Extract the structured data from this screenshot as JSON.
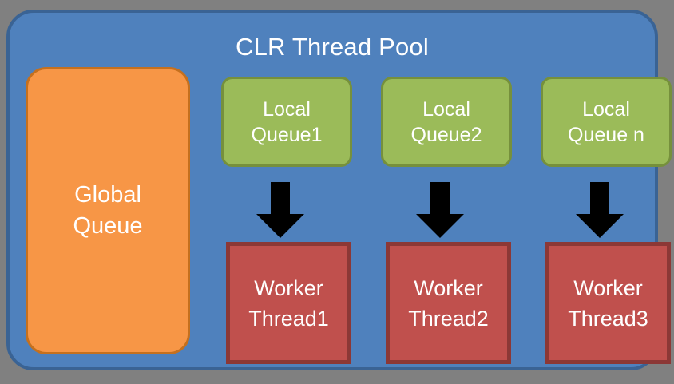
{
  "diagram": {
    "title": "CLR Thread Pool",
    "background_color": "#808080",
    "container": {
      "fill": "#4F81BD",
      "stroke": "#3A6394"
    },
    "global_queue": {
      "line1": "Global",
      "line2": "Queue",
      "fill": "#F79646",
      "stroke": "#C5701E",
      "text_color": "#FFFFFF"
    },
    "columns": [
      {
        "local_queue": {
          "line1": "Local",
          "line2": "Queue1"
        },
        "arrow": {
          "direction": "down",
          "color": "#000000"
        },
        "worker_thread": {
          "line1": "Worker",
          "line2": "Thread1"
        }
      },
      {
        "local_queue": {
          "line1": "Local",
          "line2": "Queue2"
        },
        "arrow": {
          "direction": "down",
          "color": "#000000"
        },
        "worker_thread": {
          "line1": "Worker",
          "line2": "Thread2"
        }
      },
      {
        "local_queue": {
          "line1": "Local",
          "line2": "Queue n"
        },
        "arrow": {
          "direction": "down",
          "color": "#000000"
        },
        "worker_thread": {
          "line1": "Worker",
          "line2": "Thread3"
        }
      }
    ],
    "local_queue_style": {
      "fill": "#9BBB59",
      "stroke": "#76903C",
      "text_color": "#FFFFFF"
    },
    "worker_thread_style": {
      "fill": "#C0504D",
      "stroke": "#8C3836",
      "text_color": "#FFFFFF"
    }
  }
}
